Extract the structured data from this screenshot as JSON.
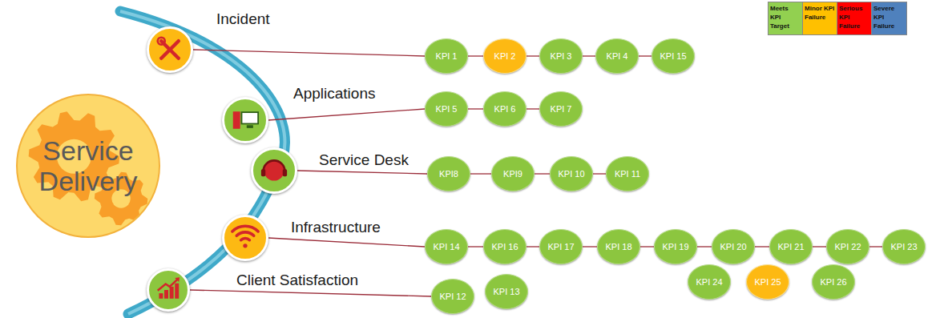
{
  "diagram": {
    "nodes": [
      {
        "text": [
          "Service Delivery"
        ]
      },
      {
        "text": [
          "Incident"
        ]
      },
      {
        "text": [
          "KPI 1"
        ]
      },
      {
        "text": [
          "KPI 2"
        ]
      },
      {
        "text": [
          "KPI 3"
        ]
      },
      {
        "text": [
          "KPI 4"
        ]
      },
      {
        "text": [
          "KPI 15"
        ]
      },
      {
        "text": [
          "Applications"
        ]
      },
      {
        "text": [
          "KPI 5"
        ]
      },
      {
        "text": [
          "KPI 6"
        ]
      },
      {
        "text": [
          "KPI 7"
        ]
      },
      {
        "text": [
          "Service Desk"
        ]
      },
      {
        "text": [
          "KPI8"
        ]
      },
      {
        "text": [
          "KPI9"
        ]
      },
      {
        "text": [
          "KPI 10"
        ]
      },
      {
        "text": [
          "KPI 11"
        ]
      },
      {
        "text": [
          "Infrastructure"
        ]
      },
      {
        "text": [
          "KPI 14"
        ]
      },
      {
        "text": [
          "KPI 16"
        ]
      },
      {
        "text": [
          "KPI 17"
        ]
      },
      {
        "text": [
          "KPI 18"
        ]
      },
      {
        "text": [
          "KPI 19"
        ]
      },
      {
        "text": [
          "KPI 20"
        ]
      },
      {
        "text": [
          "KPI 21"
        ]
      },
      {
        "text": [
          "KPI 22"
        ]
      },
      {
        "text": [
          "KPI 23"
        ]
      },
      {
        "text": [
          "KPI 24"
        ]
      },
      {
        "text": [
          "KPI 25"
        ]
      },
      {
        "text": [
          "KPI 26"
        ]
      },
      {
        "text": [
          "Client Satisfaction"
        ]
      },
      {
        "text": [
          "KPI 12"
        ]
      },
      {
        "text": [
          "KPI 13"
        ]
      }
    ],
    "edges": [
      {
        "from": 1,
        "to": 2,
        "arrow": "none"
      },
      {
        "from": 2,
        "to": 3,
        "arrow": "none"
      },
      {
        "from": 3,
        "to": 4,
        "arrow": "none"
      },
      {
        "from": 4,
        "to": 5,
        "arrow": "none"
      },
      {
        "from": 5,
        "to": 6,
        "arrow": "none"
      },
      {
        "from": 7,
        "to": 8,
        "arrow": "none"
      },
      {
        "from": 8,
        "to": 9,
        "arrow": "none"
      },
      {
        "from": 9,
        "to": 10,
        "arrow": "none"
      },
      {
        "from": 11,
        "to": 12,
        "arrow": "none"
      },
      {
        "from": 12,
        "to": 13,
        "arrow": "none"
      },
      {
        "from": 13,
        "to": 14,
        "arrow": "none"
      },
      {
        "from": 14,
        "to": 15,
        "arrow": "none"
      },
      {
        "from": 16,
        "to": 17,
        "arrow": "none"
      },
      {
        "from": 17,
        "to": 18,
        "arrow": "none"
      },
      {
        "from": 18,
        "to": 19,
        "arrow": "none"
      },
      {
        "from": 19,
        "to": 20,
        "arrow": "none"
      },
      {
        "from": 20,
        "to": 21,
        "arrow": "none"
      },
      {
        "from": 21,
        "to": 22,
        "arrow": "none"
      },
      {
        "from": 22,
        "to": 23,
        "arrow": "none"
      },
      {
        "from": 23,
        "to": 24,
        "arrow": "none"
      },
      {
        "from": 24,
        "to": 25,
        "arrow": "none"
      },
      {
        "from": 29,
        "to": 30,
        "arrow": "none"
      }
    ],
    "legend": [
      {
        "text": "Meets KPI Target",
        "color": "#92d050"
      },
      {
        "text": "Minor KPI Failure",
        "color": "#ffc000"
      },
      {
        "text": "Serious KPI Failure",
        "color": "#ff0000"
      },
      {
        "text": "Severe KPI Failure",
        "color": "#4f81bd"
      }
    ]
  }
}
